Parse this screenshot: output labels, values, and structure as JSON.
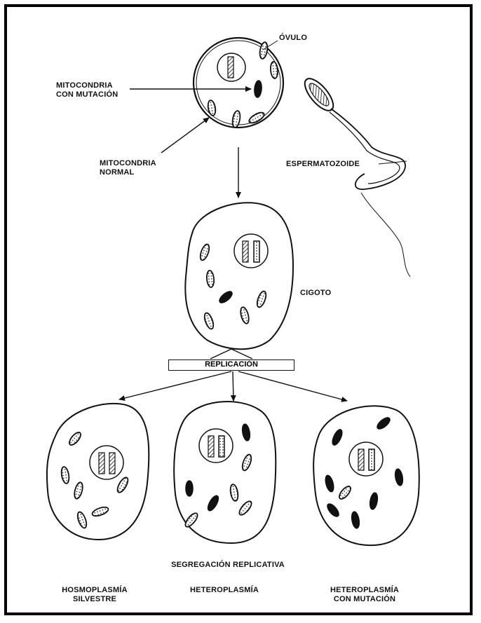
{
  "labels": {
    "ovulo": "ÓVULO",
    "mito_mut_1": "MITOCONDRIA",
    "mito_mut_2": "CON MUTACIÓN",
    "mito_norm_1": "MITOCONDRIA",
    "mito_norm_2": "NORMAL",
    "espermatozoide": "ESPERMATOZOIDE",
    "cigoto": "CIGOTO",
    "replicacion": "REPLICACIÓN",
    "segregacion": "SEGREGACIÓN REPLICATIVA",
    "homo_1": "HOSMOPLASMÍA",
    "homo_2": "SILVESTRE",
    "hetero": "HETEROPLASMÍA",
    "hetero_mut_1": "HETEROPLASMÍA",
    "hetero_mut_2": "CON MUTACIÓN"
  },
  "colors": {
    "ink": "#111111",
    "background": "#ffffff"
  }
}
